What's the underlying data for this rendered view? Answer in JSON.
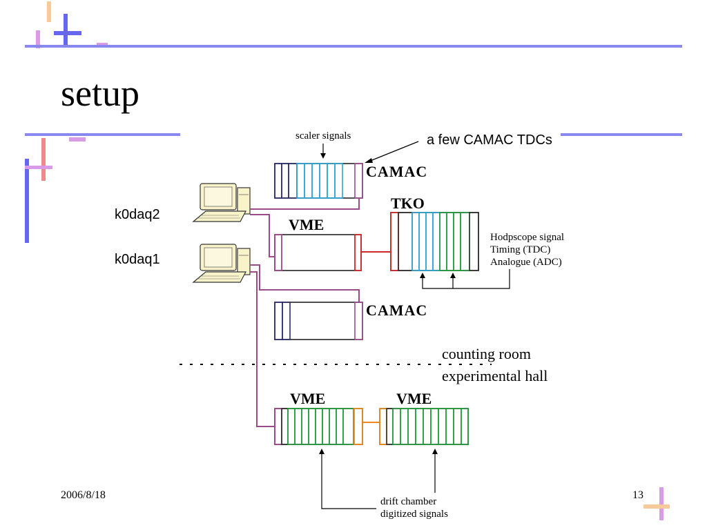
{
  "slide": {
    "title": "setup",
    "date": "2006/8/18",
    "page_number": "13"
  },
  "annotations": {
    "few_camac_tdcs": "a few CAMAC TDCs",
    "scaler_signals": "scaler signals",
    "hodoscope_lines": [
      "Hodpscope signal",
      "Timing (TDC)",
      "Analogue (ADC)"
    ],
    "counting_room": "counting room",
    "experimental_hall": "experimental hall",
    "drift_chamber_lines": [
      "drift chamber",
      "digitized  signals"
    ]
  },
  "computers": {
    "k0daq2": "k0daq2",
    "k0daq1": "k0daq1"
  },
  "crates": {
    "camac_top": "CAMAC",
    "tko": "TKO",
    "vme_top": "VME",
    "camac_bottom": "CAMAC",
    "vme_hall_left": "VME",
    "vme_hall_right": "VME"
  },
  "colors": {
    "bar_blue": "#6666ee",
    "bar_orange": "#f8c99a",
    "bar_violet": "#d99be8",
    "bar_pink": "#f08a8a",
    "cable": "#9b4a8a",
    "module_cyan": "#2aa4d4",
    "module_green": "#1f9a3a",
    "module_red": "#cc2a2a",
    "module_navy": "#2a2a6a",
    "module_orange": "#ea8a20"
  }
}
